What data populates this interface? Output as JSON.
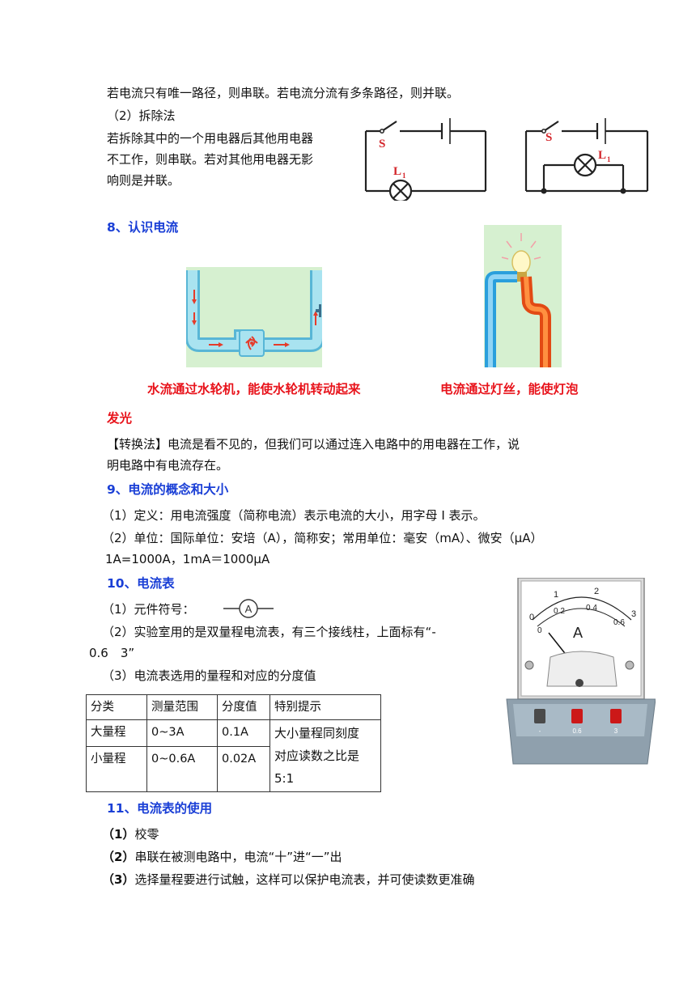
{
  "intro": {
    "line1": "若电流只有唯一路径，则串联。若电流分流有多条路径，则并联。",
    "method2": "（2）拆除法",
    "removal_lines": [
      "若拆除其中的一个用电器后其他用电器",
      "不工作，则串联。若对其他用电器无影",
      "响则是并联。"
    ]
  },
  "circuits": {
    "switch_label": "S",
    "lamp_label": "L",
    "lamp_sub": "1"
  },
  "section8": {
    "title": "8、认识电流",
    "caption_water": "水流通过水轮机，能使水轮机转动起来",
    "caption_current": "电流通过灯丝，能使灯泡",
    "caption_current_cont": "发光",
    "conversion": [
      "【转换法】电流是看不见的，但我们可以通过连入电路中的用电器在工作，说",
      "明电路中有电流存在。"
    ]
  },
  "section9": {
    "title": "9、电流的概念和大小",
    "lines": [
      "（1）定义：用电流强度（简称电流）表示电流的大小，用字母 I 表示。",
      "（2）单位：国际单位：安培（A），简称安；常用单位：毫安（mA）、微安（μA）",
      "1A=1000A，1mA＝1000μA"
    ]
  },
  "section10": {
    "title": "10、电流表",
    "symbol_label": "（1）元件符号：",
    "symbol_letter": "A",
    "line2a": "（2）实验室用的是双量程电流表，有三个接线柱，上面标有“-",
    "line2b": "0.6　3”",
    "line3": "（3）电流表选用的量程和对应的分度值",
    "table": {
      "headers": [
        "分类",
        "测量范围",
        "分度值",
        "特别提示"
      ],
      "rows": [
        [
          "大量程",
          "0~3A",
          "0.1A"
        ],
        [
          "小量程",
          "0~0.6A",
          "0.02A"
        ]
      ],
      "note": [
        "大小量程同刻度",
        "对应读数之比是",
        "5:1"
      ]
    },
    "meter": {
      "unit": "A",
      "top_scale": [
        "0",
        "1",
        "2",
        "3"
      ],
      "bottom_scale": [
        "0",
        "0.2",
        "0.4",
        "0.6"
      ],
      "terminals": [
        "-",
        "0.6",
        "3"
      ]
    }
  },
  "section11": {
    "title": "11、电流表的使用",
    "items": [
      [
        "（1）",
        "校零"
      ],
      [
        "（2）",
        "串联在被测电路中，电流“十”进“一”出"
      ],
      [
        "（3）",
        "选择量程要进行试触，这样可以保护电流表，并可使读数更准确"
      ]
    ]
  }
}
